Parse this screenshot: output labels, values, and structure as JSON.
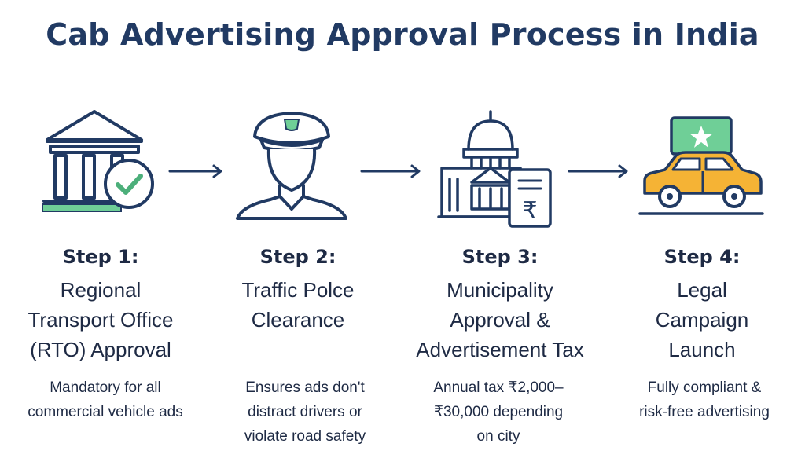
{
  "title": "Cab Advertising Approval Process in India",
  "colors": {
    "navy": "#213a63",
    "green": "#6fcf97",
    "yellow": "#f5b335",
    "text": "#1e2a44"
  },
  "steps": [
    {
      "label": "Step 1:",
      "title_lines": [
        "Regional",
        "Transport Office",
        "(RTO) Approval"
      ],
      "desc_lines": [
        "Mandatory for all",
        "commercial vehicle ads"
      ],
      "icon": "government-building-check-icon"
    },
    {
      "label": "Step 2:",
      "title_lines": [
        "Traffic Polce",
        "Clearance"
      ],
      "desc_lines": [
        "Ensures ads don't",
        "distract drivers or",
        "violate road safety"
      ],
      "icon": "traffic-police-officer-icon"
    },
    {
      "label": "Step 3:",
      "title_lines": [
        "Municipality",
        "Approval &",
        "Advertisement Tax"
      ],
      "desc_lines": [
        "Annual tax ₹2,000–",
        "₹30,000 depending",
        "on city"
      ],
      "icon": "municipal-building-tax-document-icon",
      "icon_text": "₹"
    },
    {
      "label": "Step 4:",
      "title_lines": [
        "Legal",
        "Campaign",
        "Launch"
      ],
      "desc_lines": [
        "Fully compliant &",
        "risk-free advertising"
      ],
      "icon": "cab-with-star-sign-icon"
    }
  ]
}
